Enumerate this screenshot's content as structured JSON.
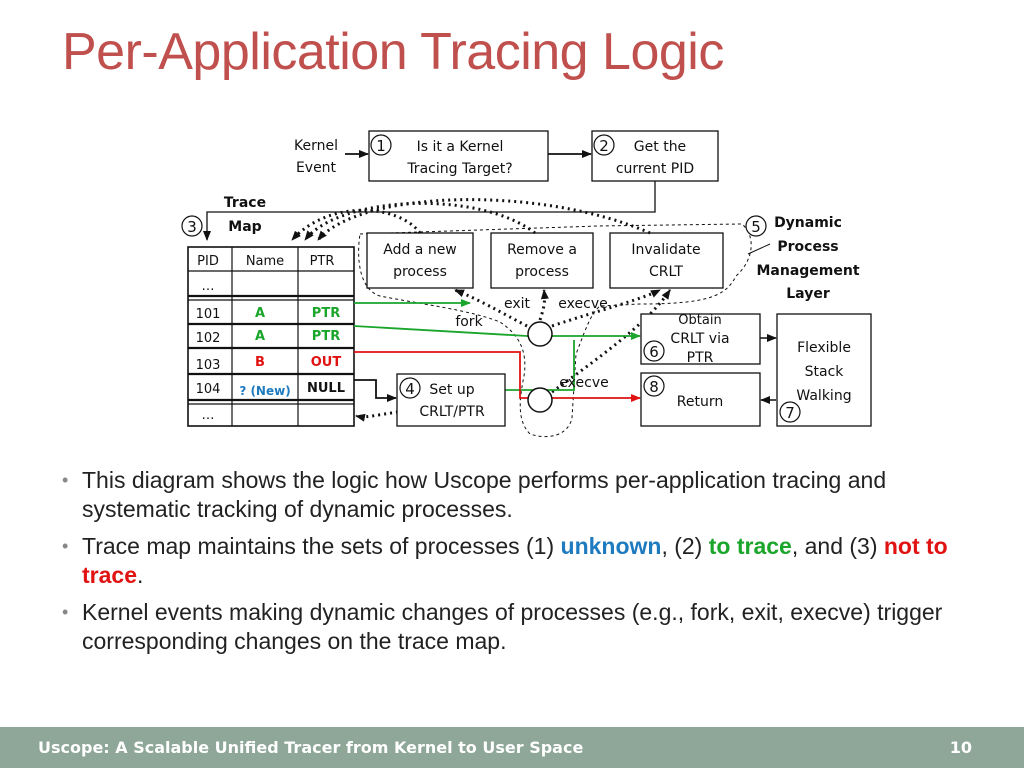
{
  "title": "Per-Application Tracing Logic",
  "diagram": {
    "kernel_event": [
      "Kernel",
      "Event"
    ],
    "trace_map_label": [
      "Trace",
      "Map"
    ],
    "step_numbers": [
      "1",
      "2",
      "3",
      "4",
      "5",
      "6",
      "7",
      "8"
    ],
    "box1": [
      "Is it a Kernel",
      "Tracing Target?"
    ],
    "box2": [
      "Get the",
      "current PID"
    ],
    "add": [
      "Add a new",
      "process"
    ],
    "remove": [
      "Remove a",
      "process"
    ],
    "invalidate": [
      "Invalidate",
      "CRLT"
    ],
    "dpml": [
      "Dynamic",
      "Process",
      "Management",
      "Layer"
    ],
    "obtain": [
      "Obtain",
      "CRLT via",
      "PTR"
    ],
    "flexible": [
      "Flexible",
      "Stack",
      "Walking"
    ],
    "setup": [
      "Set up",
      "CRLT/PTR"
    ],
    "return_label": "Return",
    "event_labels": {
      "exit": "exit",
      "execve1": "execve",
      "fork": "fork",
      "execve2": "execve"
    },
    "table": {
      "headers": [
        "PID",
        "Name",
        "PTR"
      ],
      "ellipsis": "…",
      "rows": [
        {
          "pid": "101",
          "name": "A",
          "ptr": "PTR"
        },
        {
          "pid": "102",
          "name": "A",
          "ptr": "PTR"
        },
        {
          "pid": "103",
          "name": "B",
          "ptr": "OUT"
        },
        {
          "pid": "104",
          "name": "? (New)",
          "ptr": "NULL"
        }
      ]
    }
  },
  "bullets": {
    "b1": "This diagram shows the logic how Uscope performs per-application tracing and systematic tracking of dynamic processes.",
    "b2": {
      "t1": "Trace map maintains the sets of processes (1) ",
      "unknown": "unknown",
      "t2": ", (2) ",
      "to_trace": "to trace",
      "t3": ", and (3) ",
      "not_to_trace": "not to trace",
      "t4": "."
    },
    "b3": "Kernel events making dynamic changes of processes (e.g., fork, exit, execve) trigger corresponding changes on the trace map."
  },
  "footer": {
    "text": "Uscope: A Scalable Unified Tracer from Kernel to User Space",
    "page": "10"
  },
  "colors": {
    "title": "#C0504D",
    "green": "#1AA52B",
    "red": "#E01212",
    "blue": "#1F7BC0",
    "footer": "#8EA799"
  }
}
